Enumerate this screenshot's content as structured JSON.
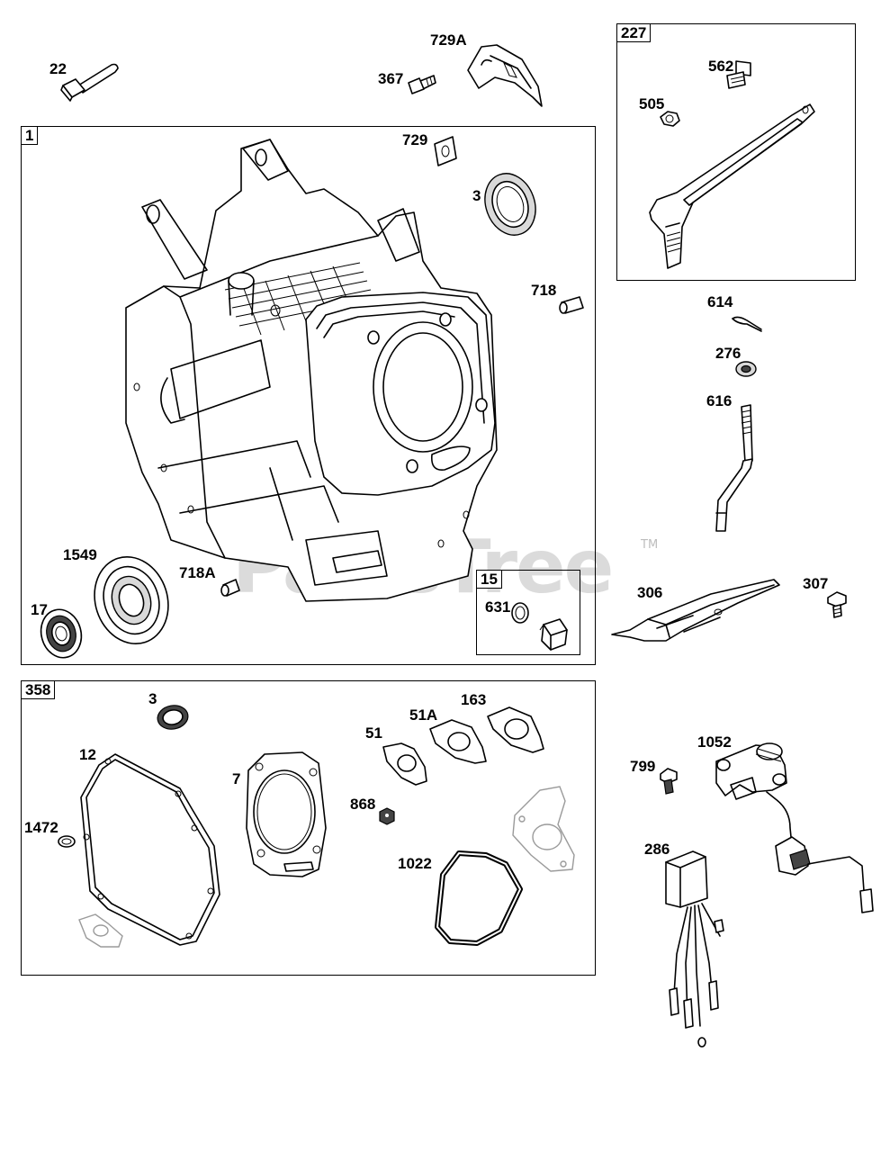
{
  "watermark": {
    "text": "PartsTree",
    "tm": "TM"
  },
  "boxes": {
    "engine": "1",
    "valve_lever": "227",
    "drain": "15",
    "gasket_set": "358"
  },
  "callouts": {
    "c22": "22",
    "c367": "367",
    "c729A": "729A",
    "c729": "729",
    "c3_seal": "3",
    "c718": "718",
    "c1549": "1549",
    "c718A": "718A",
    "c17": "17",
    "c631": "631",
    "c562": "562",
    "c505": "505",
    "c614": "614",
    "c276": "276",
    "c616": "616",
    "c306": "306",
    "c307": "307",
    "c3_gasket": "3",
    "c12": "12",
    "c1472": "1472",
    "c7": "7",
    "c51": "51",
    "c51A": "51A",
    "c163": "163",
    "c868": "868",
    "c1022": "1022",
    "c799": "799",
    "c1052": "1052",
    "c286": "286"
  }
}
